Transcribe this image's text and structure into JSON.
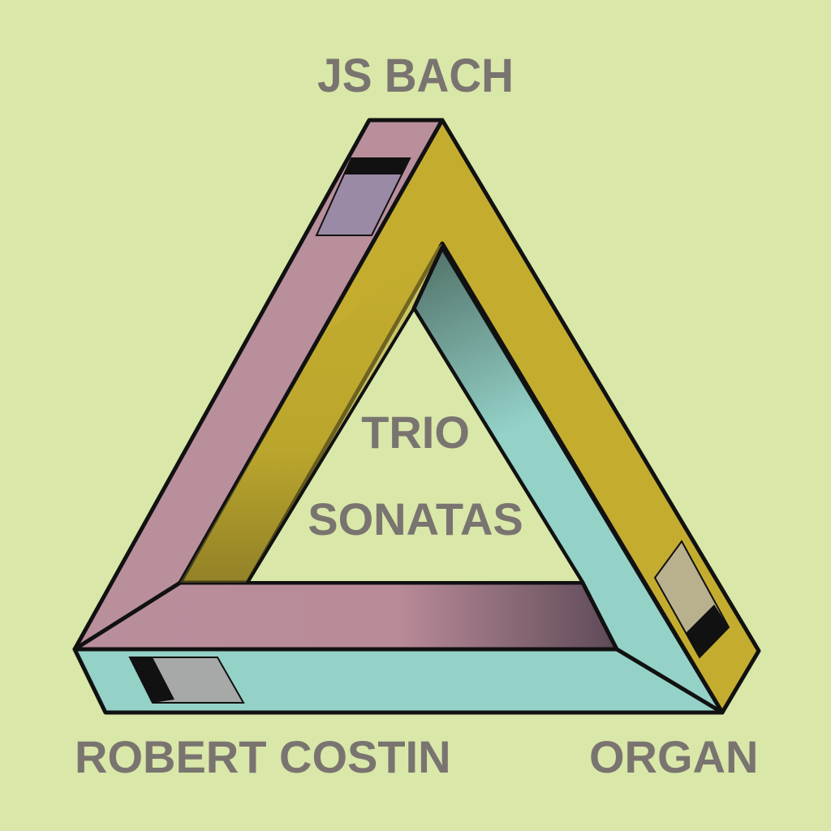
{
  "cover": {
    "composer": "JS BACH",
    "title_line1": "TRIO",
    "title_line2": "SONATAS",
    "performer": "ROBERT COSTIN",
    "instrument": "ORGAN"
  },
  "colors": {
    "background": "#d9e7a9",
    "text": "#7a7470",
    "pink_beam": "#b98f9c",
    "yellow_beam": "#c4ad2e",
    "teal_beam": "#94d2c8",
    "outline": "#111111"
  }
}
